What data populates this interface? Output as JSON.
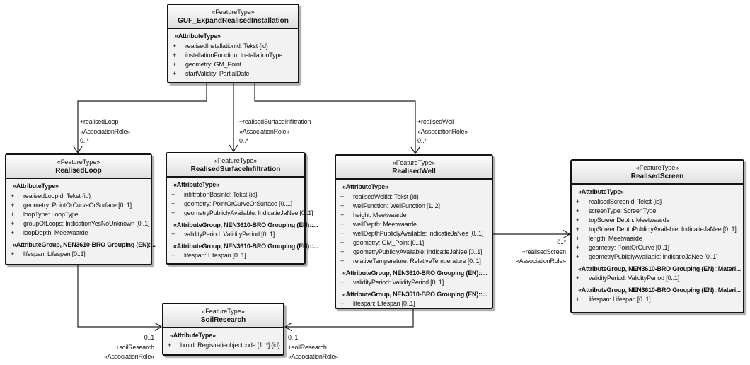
{
  "style": {
    "box_fill": "#f2f2f2",
    "box_border": "#141414",
    "header_gradient_top": "#fdfdfd",
    "header_gradient_bottom": "#e0e0e0",
    "shadow": "#878787",
    "line_color": "#1f1f1f",
    "background": "#ffffff"
  },
  "classes": {
    "guf": {
      "stereotype": "«FeatureType»",
      "name": "GUF_ExpandRealisedInstallation",
      "rows": [
        {
          "text": "«AttributeType»"
        },
        {
          "vis": "+",
          "text": "realisedInstallationId: Tekst {id}"
        },
        {
          "vis": "+",
          "text": "installationFunction: InstallationType"
        },
        {
          "vis": "+",
          "text": "geometry: GM_Point"
        },
        {
          "vis": "+",
          "text": "startValidity: PartialDate"
        }
      ]
    },
    "loop": {
      "stereotype": "«FeatureType»",
      "name": "RealisedLoop",
      "rows": [
        {
          "text": "«AttributeType»"
        },
        {
          "vis": "+",
          "text": "realisedLoopId: Tekst {id}"
        },
        {
          "vis": "+",
          "text": "geometry: PointOrCurveOrSurface [0..1]"
        },
        {
          "vis": "+",
          "text": "loopType: LoopType"
        },
        {
          "vis": "+",
          "text": "groupOfLoops: IndicationYesNoUnknown [0..1]"
        },
        {
          "vis": "+",
          "text": "loopDepth: Meetwaarde"
        },
        {
          "text": "«AttributeGroup, NEN3610-BRO Grouping (EN):..."
        },
        {
          "vis": "+",
          "text": "lifespan: Lifespan [0..1]"
        }
      ]
    },
    "rsi": {
      "stereotype": "«FeatureType»",
      "name": "RealisedSurfaceInfiltration",
      "rows": [
        {
          "text": "«AttributeType»"
        },
        {
          "vis": "+",
          "text": "infiltrationBasinId: Tekst {id}"
        },
        {
          "vis": "+",
          "text": "geometry: PointOrCurveOrSurface [0..1]"
        },
        {
          "vis": "+",
          "text": "geometryPubliclyAvailable: IndicatieJaNee [0..1]"
        },
        {
          "text": "«AttributeGroup, NEN3610-BRO Grouping (EN)::..."
        },
        {
          "vis": "+",
          "text": "validityPeriod: ValidityPeriod [0..1]"
        },
        {
          "text": "«AttributeGroup, NEN3610-BRO Grouping (EN)::..."
        },
        {
          "vis": "+",
          "text": "lifespan: Lifespan [0..1]"
        }
      ]
    },
    "well": {
      "stereotype": "«FeatureType»",
      "name": "RealisedWell",
      "rows": [
        {
          "text": "«AttributeType»"
        },
        {
          "vis": "+",
          "text": "realisedWellId: Tekst {id}"
        },
        {
          "vis": "+",
          "text": "wellFunction: WellFunction [1..2]"
        },
        {
          "vis": "+",
          "text": "height: Meetwaarde"
        },
        {
          "vis": "+",
          "text": "wellDepth: Meetwaarde"
        },
        {
          "vis": "+",
          "text": "wellDepthPubliclyAvailable: IndicatieJaNee [0..1]"
        },
        {
          "vis": "+",
          "text": "geometry: GM_Point [0..1]"
        },
        {
          "vis": "+",
          "text": "geometryPubliclyAvailable: IndicatieJaNee [0..1]"
        },
        {
          "vis": "+",
          "text": "relativeTemperature: RelativeTemperature [0..1]"
        },
        {
          "text": "«AttributeGroup, NEN3610-BRO Grouping (EN)::..."
        },
        {
          "vis": "+",
          "text": "validityPeriod: ValidityPeriod [0..1]"
        },
        {
          "text": "«AttributeGroup, NEN3610-BRO Grouping (EN)::..."
        },
        {
          "vis": "+",
          "text": "lifespan: Lifespan [0..1]"
        }
      ]
    },
    "screen": {
      "stereotype": "«FeatureType»",
      "name": "RealisedScreen",
      "rows": [
        {
          "text": "«AttributeType»"
        },
        {
          "vis": "+",
          "text": "realisedScreenId: Tekst {id}"
        },
        {
          "vis": "+",
          "text": "screenType: ScreenType"
        },
        {
          "vis": "+",
          "text": "topScreenDepth: Meetwaarde"
        },
        {
          "vis": "+",
          "text": "topScreenDepthPubliclyAvailable: IndicatieJaNee [0..1]"
        },
        {
          "vis": "+",
          "text": "length: Meetwaarde"
        },
        {
          "vis": "+",
          "text": "geometry: PointOrCurve [0..1]"
        },
        {
          "vis": "+",
          "text": "geometryPubliclyAvailable: IndicatieJaNee [0..1]"
        },
        {
          "text": "«AttributeGroup, NEN3610-BRO Grouping (EN)::Materi..."
        },
        {
          "vis": "+",
          "text": "validityPeriod: ValidityPeriod [0..1]"
        },
        {
          "text": "«AttributeGroup, NEN3610-BRO Grouping (EN)::Materi..."
        },
        {
          "vis": "+",
          "text": "lifespan: Lifespan [0..1]"
        }
      ]
    },
    "soil": {
      "stereotype": "«FeatureType»",
      "name": "SoilResearch",
      "rows": [
        {
          "text": "«AttributeType»"
        },
        {
          "vis": "+",
          "text": "broId: Registratieobjectcode [1..*] {id}"
        }
      ]
    }
  },
  "associations": {
    "loop": {
      "role": "+realisedLoop",
      "stereotype": "«AssociationRole»",
      "multiplicity": "0..*"
    },
    "surfaceInfiltration": {
      "role": "+realisedSurfaceInfiltration",
      "stereotype": "«AssociationRole»",
      "multiplicity": "0..*"
    },
    "well": {
      "role": "+realisedWell",
      "stereotype": "«AssociationRole»",
      "multiplicity": "0..*"
    },
    "screen": {
      "multiplicity": "0..*",
      "role": "+realisedScreen",
      "stereotype": "«AssociationRole»"
    },
    "soilLeft": {
      "multiplicity": "0..1",
      "role": "+soilResearch",
      "stereotype": "«AssociationRole»"
    },
    "soilRight": {
      "multiplicity": "0..1",
      "role": "+soilResearch",
      "stereotype": "«AssociationRole»"
    }
  }
}
